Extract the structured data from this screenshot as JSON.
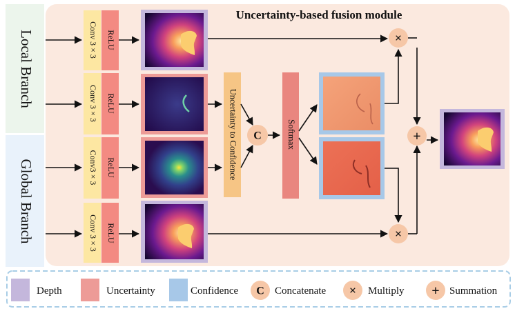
{
  "title": "Uncertainty-based fusion module",
  "branches": {
    "local": "Local Branch",
    "global": "Global Branch"
  },
  "rows": [
    {
      "conv": "Conv 3 × 3",
      "relu": "ReLU",
      "map": "Depth"
    },
    {
      "conv": "Conv 3 × 3",
      "relu": "ReLU",
      "map": "Uncertainty"
    },
    {
      "conv": "Conv3 × 3",
      "relu": "ReLU",
      "map": "Uncertainty"
    },
    {
      "conv": "Conv 3 × 3",
      "relu": "ReLU",
      "map": "Depth"
    }
  ],
  "u2c_label": "Uncertainty to Confidence",
  "softmax_label": "Softmax",
  "ops": {
    "concat": "C",
    "multiply": "×",
    "sum": "+"
  },
  "legend": [
    {
      "kind": "swatch",
      "color": "#c4b7dc",
      "label": "Depth"
    },
    {
      "kind": "swatch",
      "color": "#ed9b97",
      "label": "Uncertainty"
    },
    {
      "kind": "swatch",
      "color": "#a7c8e8",
      "label": "Confidence"
    },
    {
      "kind": "op",
      "symbol": "C",
      "label": "Concatenate"
    },
    {
      "kind": "op",
      "symbol": "×",
      "label": "Multiply"
    },
    {
      "kind": "op",
      "symbol": "+",
      "label": "Summation"
    }
  ],
  "colors": {
    "module_bg": "#fbe9df",
    "local_bg": "#ecf5ec",
    "global_bg": "#e9f2fb",
    "conv": "#fde7a2",
    "relu": "#f38a82",
    "u2c": "#f6c585",
    "softmax": "#e9867f",
    "op_circle": "#f6c7a7",
    "depth_frame": "#c4b7dc",
    "uncert_frame": "#ed9b97",
    "conf_frame": "#a7c8e8",
    "legend_border": "#a8cde6"
  }
}
